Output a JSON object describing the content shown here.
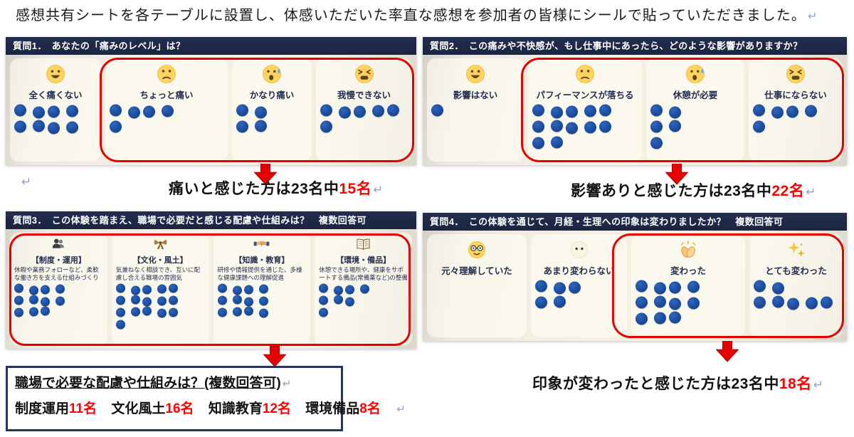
{
  "intro": {
    "text": "感想共有シートを各テーブルに設置し、体感いただいた率直な感想を参加者の皆様にシールで貼っていただきました。"
  },
  "marks": {
    "pilcrow": "↵"
  },
  "colors": {
    "accent_red": "#e80000",
    "result_red": "#ff0000",
    "header_navy": "#232e4e",
    "dot_blue": "#1b4c9f",
    "box_border_navy": "#24365c"
  },
  "panels": [
    {
      "header": "質問1．　あなたの「痛みのレベル」は？",
      "options": [
        {
          "icon": "grin-face-icon",
          "label": "全く痛くない",
          "dots": [
            4,
            4
          ]
        },
        {
          "icon": "unamused-face-icon",
          "label": "ちょっと痛い",
          "dots": [
            4,
            1
          ]
        },
        {
          "icon": "sweat-face-icon",
          "label": "かなり痛い",
          "dots": [
            2,
            2
          ]
        },
        {
          "icon": "tired-face-icon",
          "label": "我慢できない",
          "dots": [
            5,
            1
          ]
        }
      ]
    },
    {
      "header": "質問2．　この痛みや不快感が、もし仕事中にあったら、どのような影響がありますか？",
      "options": [
        {
          "icon": "grin-face-icon",
          "label": "影響はない",
          "dots": [
            1
          ]
        },
        {
          "icon": "unamused-face-icon",
          "label": "パフィーマンスが落ちる",
          "dots": [
            5,
            5,
            2
          ]
        },
        {
          "icon": "sweat-face-icon",
          "label": "休憩が必要",
          "dots": [
            2,
            2,
            1
          ]
        },
        {
          "icon": "tired-face-icon",
          "label": "仕事にならない",
          "dots": [
            4,
            1
          ]
        }
      ]
    },
    {
      "header": "質問3．　この体験を踏まえ、職場で必要だと感じる配慮や仕組みは？　複数回答可",
      "options": [
        {
          "icon": "people-icon",
          "title": "【制度・運用】",
          "desc": "休暇や業務フォローなど、柔軟な働き方を支える仕組みづくり",
          "dots": [
            4,
            4,
            3
          ]
        },
        {
          "icon": "ribbon-icon",
          "title": "【文化・風土】",
          "desc": "気兼ねなく相談でき、互いに配慮し合える職場の雰囲気",
          "dots": [
            5,
            5,
            5,
            1
          ]
        },
        {
          "icon": "handshake-icon",
          "title": "【知識・教育】",
          "desc": "研修や情報提供を通じた、多様な健康課題への理解促進",
          "dots": [
            4,
            4,
            4
          ]
        },
        {
          "icon": "book-icon",
          "title": "【環境・備品】",
          "desc": "休憩できる場所や、健康をサポートする備品(常備薬など)の整備",
          "dots": [
            4,
            3,
            1
          ]
        }
      ]
    },
    {
      "header": "質問4．　この体験を通じて、月経・生理への印象は変わりましたか？　複数回答可",
      "options": [
        {
          "icon": "nerd-face-icon",
          "label": "元々理解していた",
          "dots": []
        },
        {
          "icon": "neutral-face-icon",
          "label": "あまり変わらない",
          "dots": [
            3,
            2
          ]
        },
        {
          "icon": "clap-icon",
          "label": "変わった",
          "dots": [
            4,
            4,
            3
          ]
        },
        {
          "icon": "sparkles-icon",
          "label": "とても変わった",
          "dots": [
            2,
            5
          ]
        }
      ]
    }
  ],
  "results": [
    {
      "prefix": "痛いと感じた方は23名中",
      "value": "15名"
    },
    {
      "prefix": "影響ありと感じた方は23名中",
      "value": "22名"
    },
    {
      "prefix": "印象が変わったと感じた方は23名中",
      "value": "18名"
    }
  ],
  "summary_box": {
    "title": "職場で必要な配慮や仕組みは？(複数回答可)",
    "items": [
      {
        "label": "制度運用",
        "value": "11名"
      },
      {
        "label": "文化風土",
        "value": "16名"
      },
      {
        "label": "知識教育",
        "value": "12名"
      },
      {
        "label": "環境備品",
        "value": "8名"
      }
    ]
  }
}
